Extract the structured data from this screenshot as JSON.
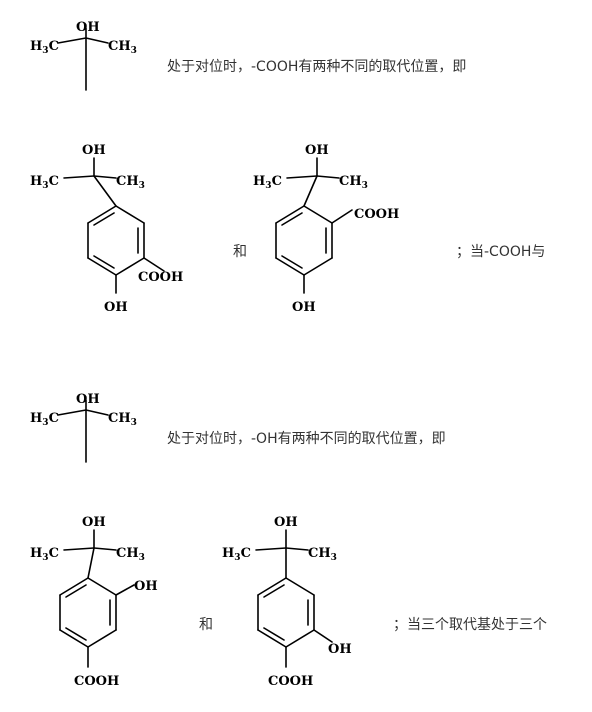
{
  "line1_text": "处于对位时，-COOH有两种不同的取代位置，即",
  "and_word": "和",
  "line2_tail": "；当-COOH与",
  "line3_text": "处于对位时，-OH有两种不同的取代位置，即",
  "line4_tail": "；当三个取代基处于三个",
  "labels": {
    "oh": "OH",
    "h3c": "H",
    "h3c_tail": "C",
    "ch3": "CH",
    "sub3": "3",
    "cooh": "COOH"
  }
}
